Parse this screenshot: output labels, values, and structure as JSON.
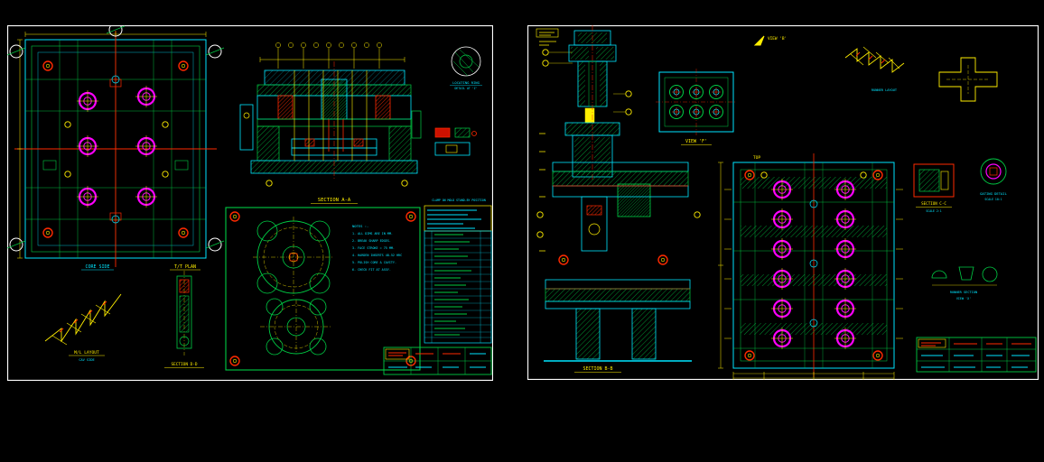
{
  "page": {
    "background": "#000000"
  },
  "palette": {
    "cyan": "#00e5ff",
    "green": "#00cc44",
    "red": "#ff2a00",
    "yellow": "#ffee00",
    "magenta": "#ff00ff",
    "white": "#ffffff"
  },
  "left_sheet": {
    "labels": {
      "core_side": "CORE SIDE",
      "tt_plan": "T/T PLAN",
      "section_aa": "SECTION A-A",
      "detail_z_title": "LOCATING RING",
      "detail_z_sub": "DETAIL AT 'Z'",
      "clamp_note": "CLAMP ON MOLD STAND-BY POSITION",
      "ml_layout": "M/L LAYOUT",
      "ml_layout_sub": "CAV SIDE",
      "section_dd": "SECTION D-D"
    },
    "notes_title": "NOTES :-",
    "notes": [
      "1. ALL DIMS ARE IN MM.",
      "2. BREAK SHARP EDGES.",
      "3. FACE STROKE = 75 MM.",
      "4. HARDEN INSERTS 48-52 HRC",
      "5. POLISH CORE & CAVITY.",
      "6. CHECK FIT AT ASSY."
    ]
  },
  "right_sheet": {
    "labels": {
      "view_b": "VIEW 'B'",
      "view_f": "VIEW 'F'",
      "top": "TOP",
      "section_bb": "SECTION B-B",
      "section_cc": "SECTION C-C",
      "section_cc_sub": "SCALE 2:1",
      "gating_detail": "GATING DETAIL",
      "gating_detail_sub": "SCALE 10:1",
      "runner_layout": "RUNNER LAYOUT",
      "runner_section": "RUNNER SECTION",
      "runner_section_sub": "VIEW 'X'"
    }
  }
}
